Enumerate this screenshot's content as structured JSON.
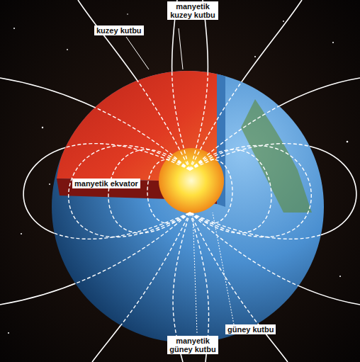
{
  "diagram": {
    "labels": [
      "manyetik kuzey kutbu",
      "kuzey kutbu",
      "manyetik ekvator",
      "manyetik güney kutbu",
      "güney kutbu"
    ]
  }
}
